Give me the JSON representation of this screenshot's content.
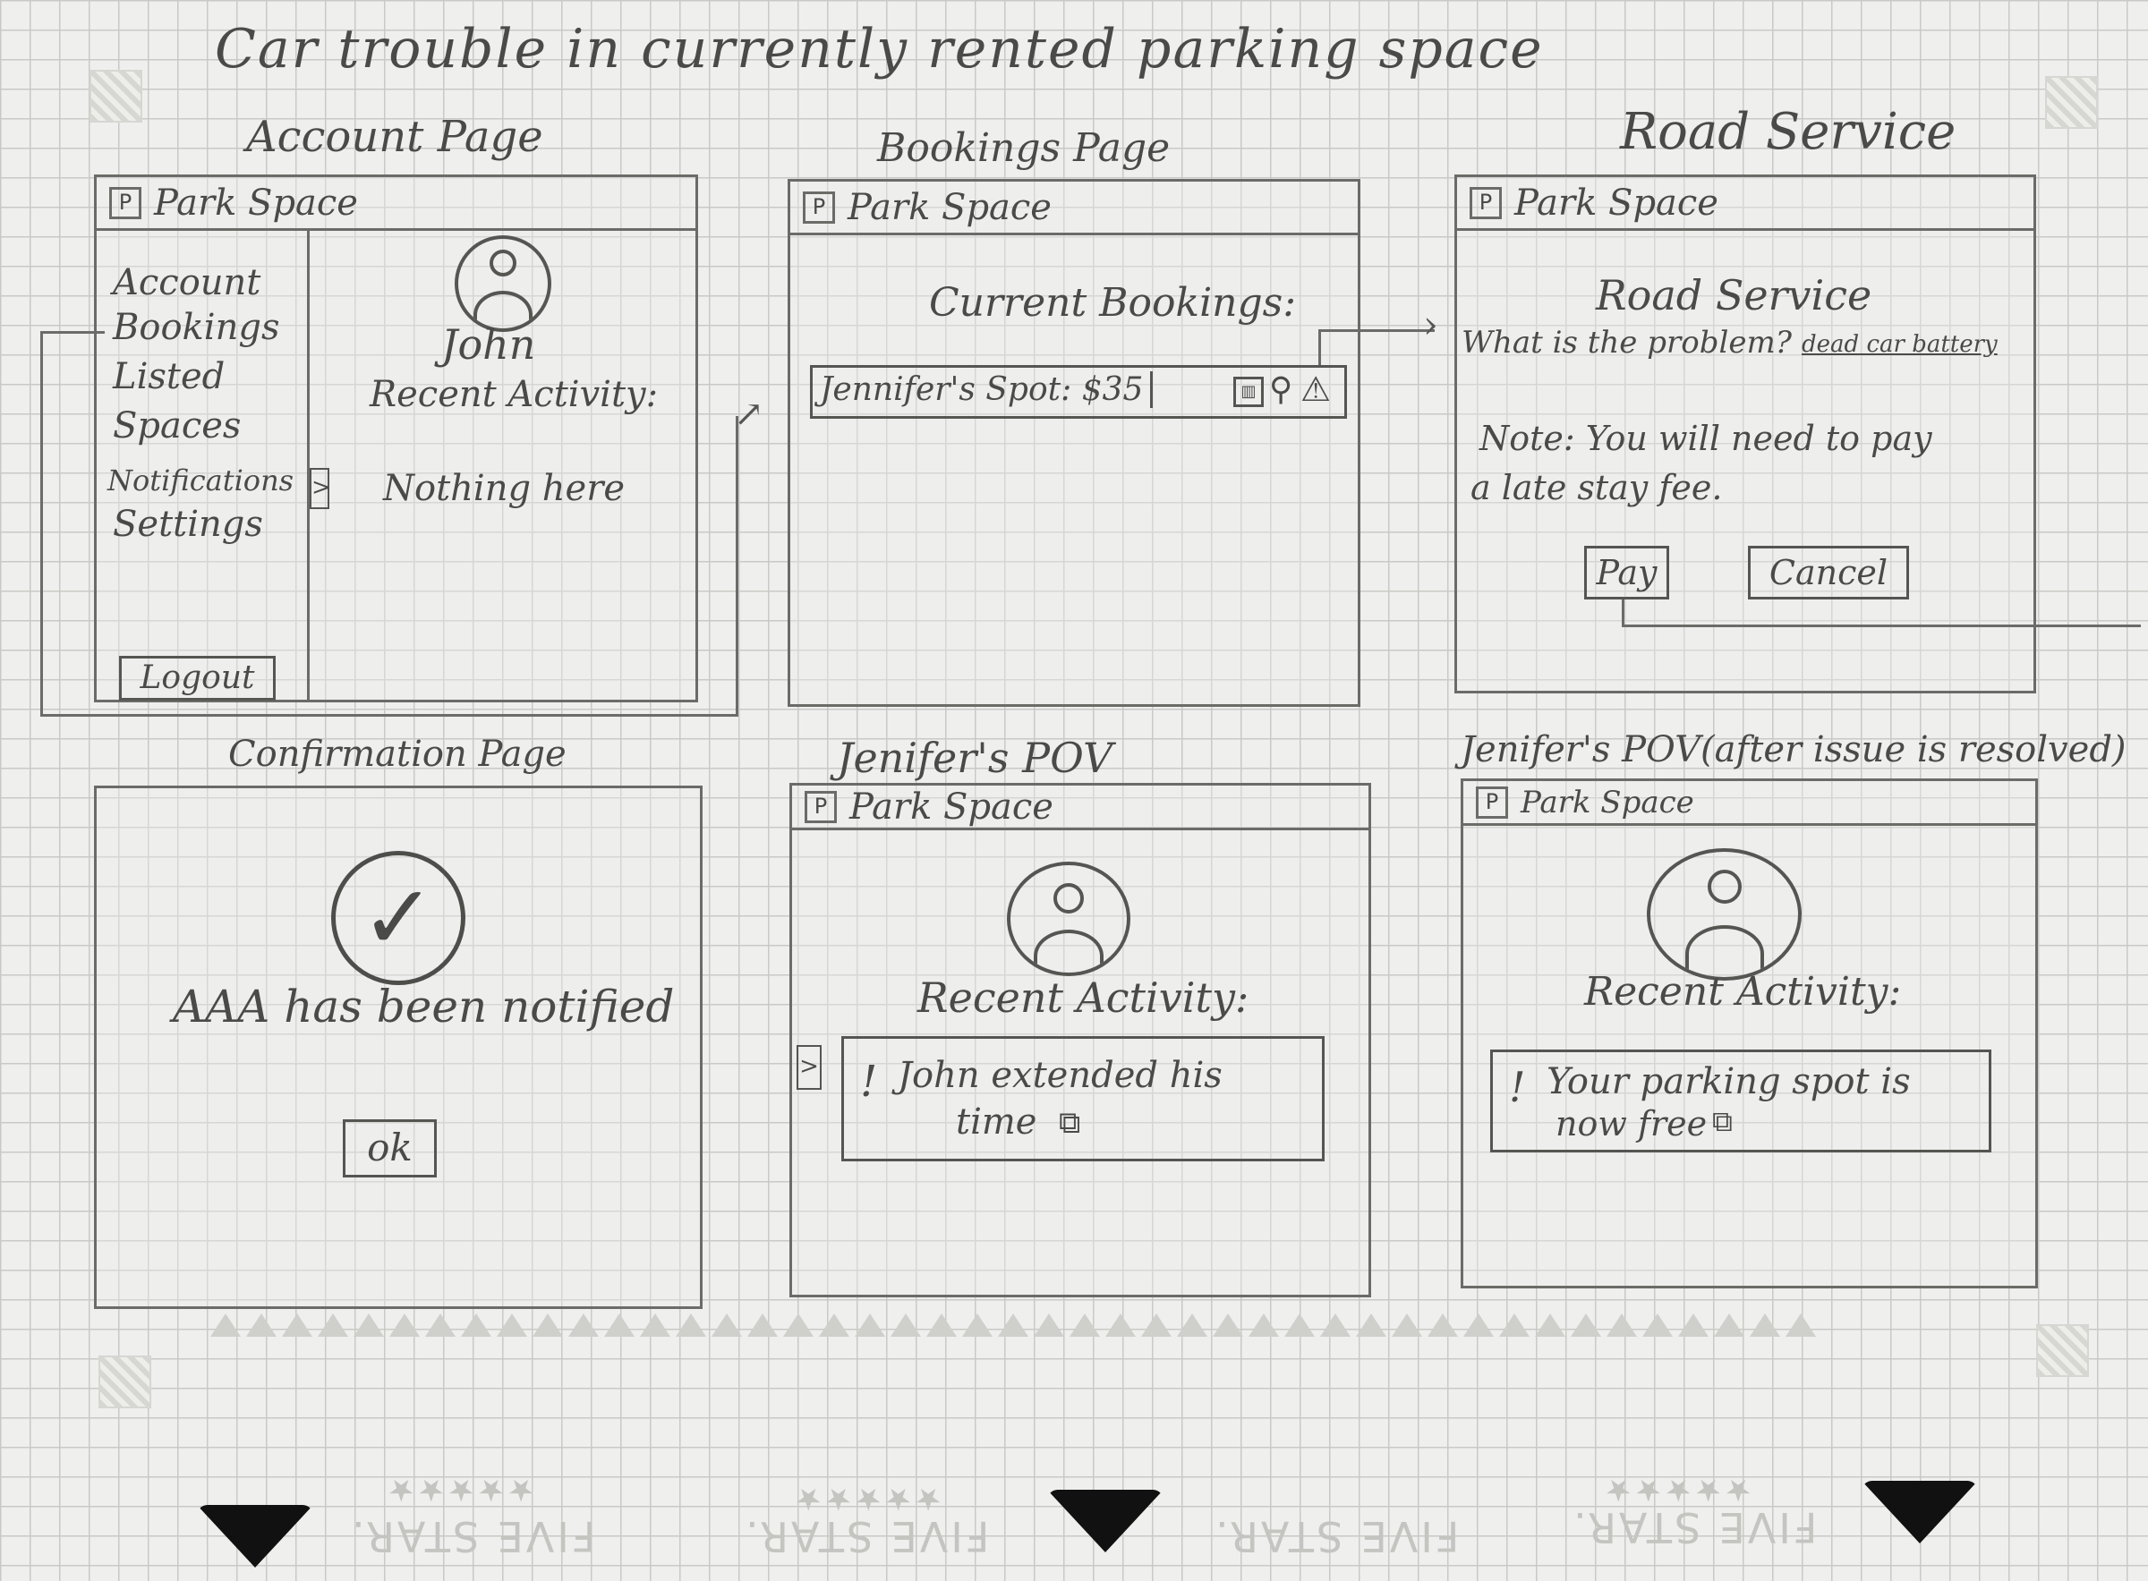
{
  "sheet_title": "Car trouble in currently rented parking space",
  "brand": {
    "logo": "P",
    "name": "Park Space"
  },
  "account_page": {
    "title": "Account Page",
    "menu": [
      "Account",
      "Bookings",
      "Listed",
      "Spaces",
      "Notifications",
      "Settings"
    ],
    "logout": "Logout",
    "collapse_glyph": ">",
    "user_name": "John",
    "recent_activity_label": "Recent Activity:",
    "empty_text": "Nothing here"
  },
  "bookings_page": {
    "title": "Bookings Page",
    "heading": "Current Bookings:",
    "booking": {
      "label": "Jennifer's Spot: $35"
    }
  },
  "road_service": {
    "title": "Road Service",
    "heading": "Road Service",
    "question": "What is the problem?",
    "answer": "dead car battery",
    "note_line1": "Note: You will need to pay",
    "note_line2": "a late stay fee.",
    "pay": "Pay",
    "cancel": "Cancel"
  },
  "confirmation_page": {
    "title": "Confirmation Page",
    "message": "AAA has been notified",
    "ok": "ok"
  },
  "jenifer_pov": {
    "title": "Jenifer's POV",
    "recent_activity_label": "Recent Activity:",
    "collapse_glyph": ">",
    "notification_line1": "John extended his",
    "notification_line2": "time",
    "alert_glyph": "!"
  },
  "jenifer_pov_after": {
    "title": "Jenifer's POV(after issue is resolved)",
    "recent_activity_label": "Recent Activity:",
    "notification_line1": "Your parking spot is",
    "notification_line2": "now free",
    "alert_glyph": "!"
  },
  "footer_brand": "FIVE STAR.",
  "footer_stars": "★★★★★",
  "icons": [
    "calendar-icon",
    "search-icon",
    "warning-icon",
    "external-link-icon",
    "checkmark-icon",
    "user-avatar-icon"
  ]
}
